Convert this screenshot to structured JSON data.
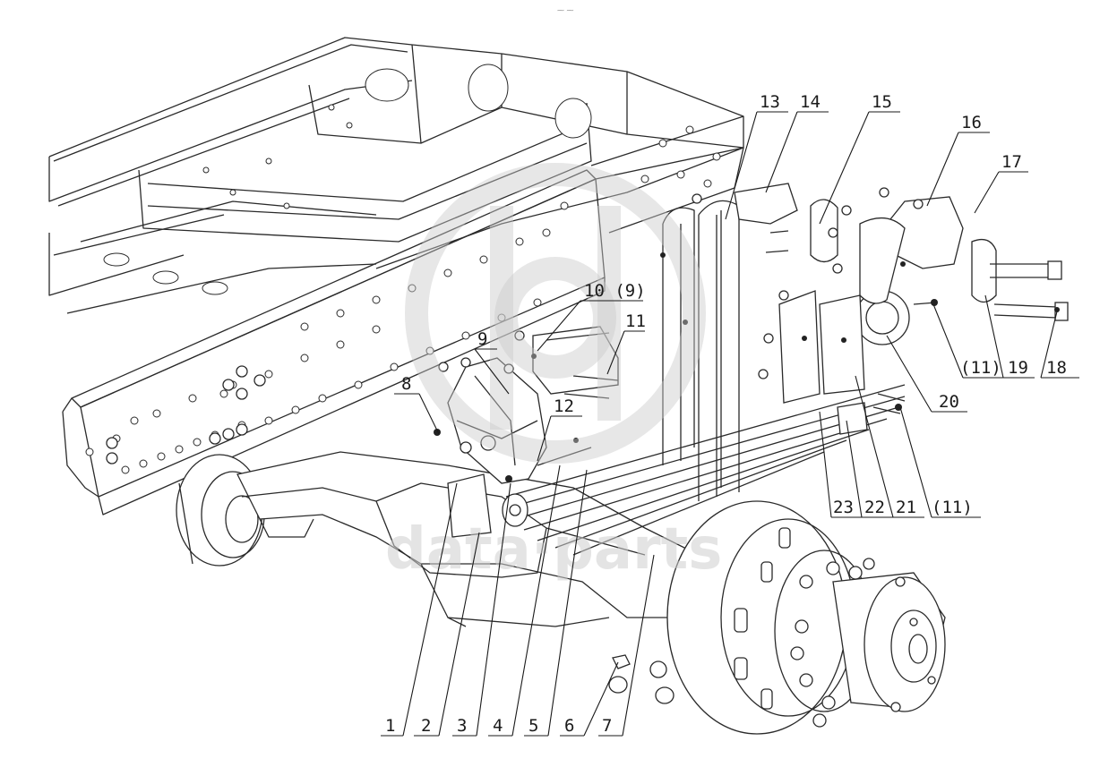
{
  "top_mark": "⁓ ⁓",
  "watermark": {
    "text": "data·parts",
    "color": "#c9c9c9"
  },
  "callouts": [
    {
      "id": "c13",
      "label": "13"
    },
    {
      "id": "c14",
      "label": "14"
    },
    {
      "id": "c15",
      "label": "15"
    },
    {
      "id": "c16",
      "label": "16"
    },
    {
      "id": "c17",
      "label": "17"
    },
    {
      "id": "c10",
      "label": "10 (9)"
    },
    {
      "id": "c11a",
      "label": "11"
    },
    {
      "id": "c9",
      "label": "9"
    },
    {
      "id": "c8",
      "label": "8"
    },
    {
      "id": "c12",
      "label": "12"
    },
    {
      "id": "c20",
      "label": "20"
    },
    {
      "id": "c11b",
      "label": "(11)"
    },
    {
      "id": "c19",
      "label": "19"
    },
    {
      "id": "c18",
      "label": "18"
    },
    {
      "id": "c23",
      "label": "23"
    },
    {
      "id": "c22",
      "label": "22"
    },
    {
      "id": "c21",
      "label": "21"
    },
    {
      "id": "c11c",
      "label": "(11)"
    },
    {
      "id": "c1",
      "label": "1"
    },
    {
      "id": "c2",
      "label": "2"
    },
    {
      "id": "c3",
      "label": "3"
    },
    {
      "id": "c4",
      "label": "4"
    },
    {
      "id": "c5",
      "label": "5"
    },
    {
      "id": "c6",
      "label": "6"
    },
    {
      "id": "c7",
      "label": "7"
    }
  ]
}
